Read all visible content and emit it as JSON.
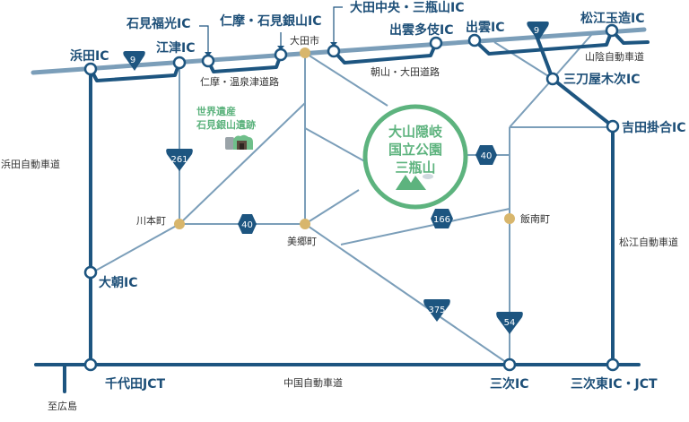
{
  "colors": {
    "expressway": "#1d5580",
    "road": "#7b9eb9",
    "park": "#5db37e",
    "town": "#d8b66c"
  },
  "interchanges": {
    "hamada": "浜田IC",
    "gotsu": "江津IC",
    "iwami_fukumitsu": "石見福光IC",
    "nima": "仁摩・石見銀山IC",
    "oda_chuo": "大田中央・三瓶山IC",
    "izumo_taki": "出雲多伎IC",
    "izumo": "出雲IC",
    "matsue_tamatsukuri": "松江玉造IC",
    "mitoya_kisuki": "三刀屋木次IC",
    "yoshida_kakeya": "吉田掛合IC",
    "asahi": "大朝IC",
    "chiyoda": "千代田JCT",
    "miyoshi": "三次IC",
    "miyoshi_higashi": "三次東IC・JCT"
  },
  "towns": {
    "oda": "大田市",
    "kawamoto": "川本町",
    "misato": "美郷町",
    "iinan": "飯南町"
  },
  "roads": {
    "nima_onsentsu": "仁摩・温泉津道路",
    "asayama_oda": "朝山・大田道路",
    "sanin_expressway": "山陰自動車道",
    "hamada_expressway": "浜田自動車道",
    "matsue_expressway": "松江自動車道",
    "chugoku_expressway": "中国自動車道",
    "to_hiroshima": "至広島"
  },
  "route_numbers": {
    "r9a": "9",
    "r9b": "9",
    "r261": "261",
    "r40a": "40",
    "r40b": "40",
    "r166": "166",
    "r375": "375",
    "r54": "54"
  },
  "world_heritage": {
    "line1": "世界遺産",
    "line2": "石見銀山遺跡"
  },
  "park": {
    "line1": "大山隠岐",
    "line2": "国立公園",
    "line3": "三瓶山"
  }
}
